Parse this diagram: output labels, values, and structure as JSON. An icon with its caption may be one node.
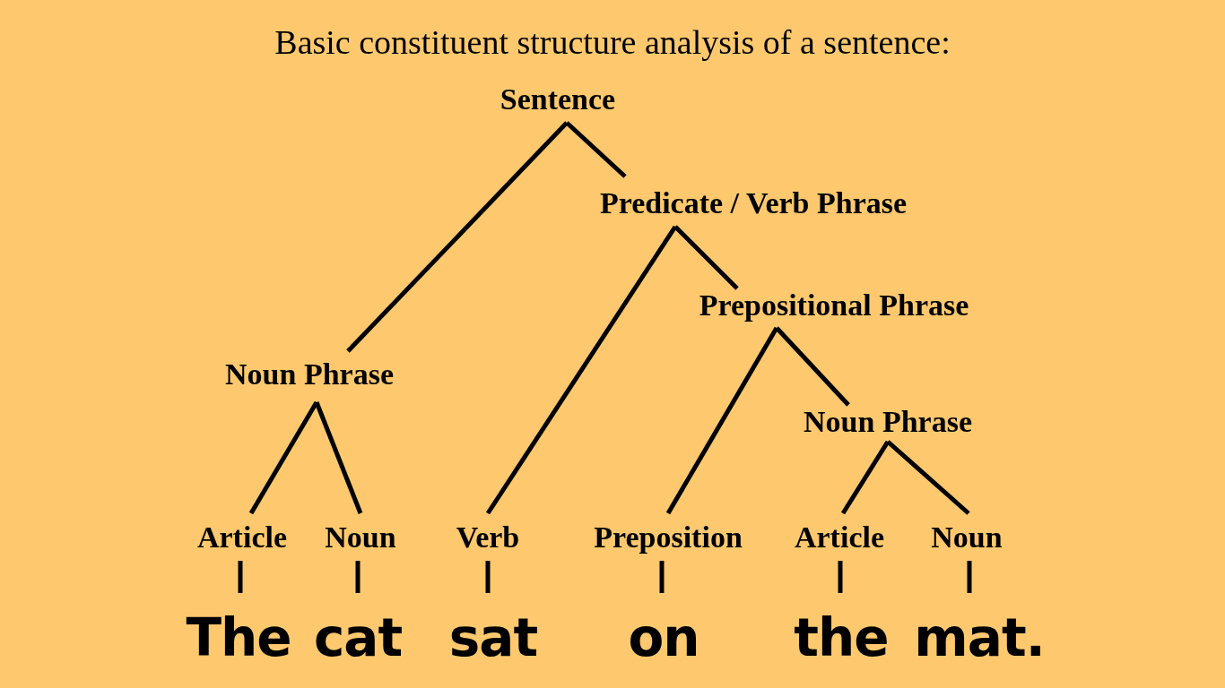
{
  "diagram": {
    "title": "Basic constituent structure analysis of a sentence:",
    "nodes": [
      {
        "text": [
          "Sentence"
        ]
      },
      {
        "text": [
          "Predicate / Verb Phrase"
        ]
      },
      {
        "text": [
          "Prepositional Phrase"
        ]
      },
      {
        "text": [
          "Noun Phrase"
        ]
      },
      {
        "text": [
          "Noun Phrase"
        ]
      },
      {
        "text": [
          "Article"
        ]
      },
      {
        "text": [
          "Noun"
        ]
      },
      {
        "text": [
          "Verb"
        ]
      },
      {
        "text": [
          "Preposition"
        ]
      },
      {
        "text": [
          "Article"
        ]
      },
      {
        "text": [
          "Noun"
        ]
      },
      {
        "text": [
          "The"
        ]
      },
      {
        "text": [
          "cat"
        ]
      },
      {
        "text": [
          "sat"
        ]
      },
      {
        "text": [
          "on"
        ]
      },
      {
        "text": [
          "the"
        ]
      },
      {
        "text": [
          "mat."
        ]
      }
    ],
    "edges": [
      {
        "from": 0,
        "to": 3,
        "arrow": "none"
      },
      {
        "from": 0,
        "to": 1,
        "arrow": "none"
      },
      {
        "from": 1,
        "to": 7,
        "arrow": "none"
      },
      {
        "from": 1,
        "to": 2,
        "arrow": "none"
      },
      {
        "from": 2,
        "to": 8,
        "arrow": "none"
      },
      {
        "from": 2,
        "to": 4,
        "arrow": "none"
      },
      {
        "from": 3,
        "to": 5,
        "arrow": "none"
      },
      {
        "from": 3,
        "to": 6,
        "arrow": "none"
      },
      {
        "from": 4,
        "to": 9,
        "arrow": "none"
      },
      {
        "from": 4,
        "to": 10,
        "arrow": "none"
      },
      {
        "from": 5,
        "to": 11,
        "arrow": "none"
      },
      {
        "from": 6,
        "to": 12,
        "arrow": "none"
      },
      {
        "from": 7,
        "to": 13,
        "arrow": "none"
      },
      {
        "from": 8,
        "to": 14,
        "arrow": "none"
      },
      {
        "from": 9,
        "to": 15,
        "arrow": "none"
      },
      {
        "from": 10,
        "to": 16,
        "arrow": "none"
      }
    ]
  }
}
